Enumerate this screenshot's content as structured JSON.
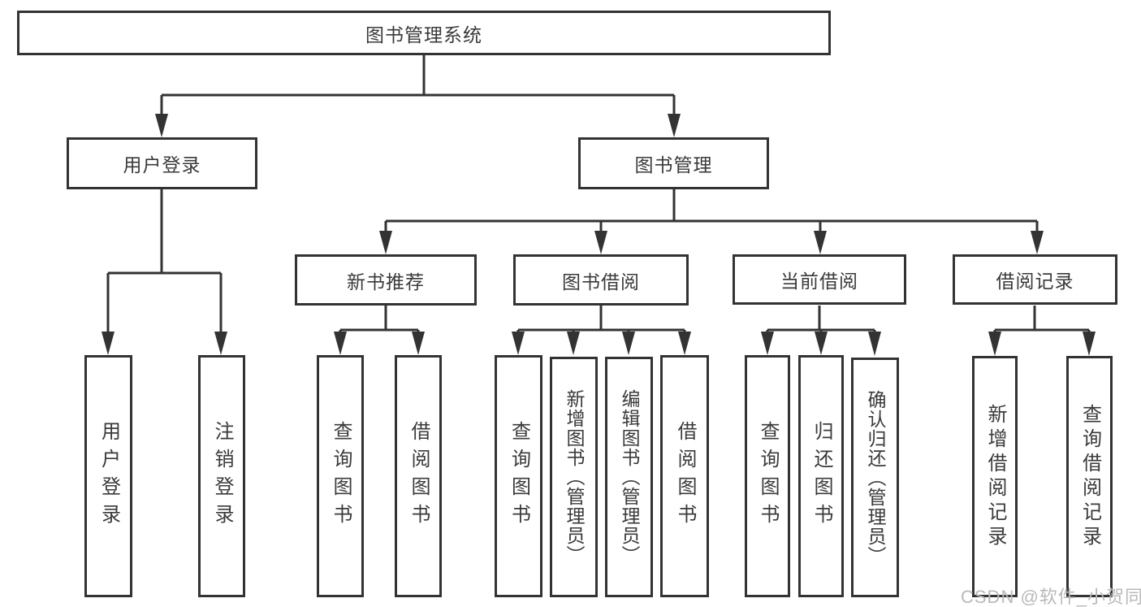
{
  "diagram": {
    "title": "图书管理系统",
    "level2": {
      "user_login": "用户登录",
      "book_mgmt": "图书管理"
    },
    "level3": {
      "new_books": "新书推荐",
      "borrow": "图书借阅",
      "current": "当前借阅",
      "records": "借阅记录"
    },
    "leaves": {
      "user_login_1": "用户登录",
      "user_login_2": "注销登录",
      "new_books_1": "查询图书",
      "new_books_2": "借阅图书",
      "borrow_1": "查询图书",
      "borrow_2": "新增图书（管理员）",
      "borrow_3": "编辑图书（管理员）",
      "borrow_4": "借阅图书",
      "current_1": "查询图书",
      "current_2": "归还图书",
      "current_3": "确认归还（管理员）",
      "records_1": "新增借阅记录",
      "records_2": "查询借阅记录"
    }
  },
  "watermark": "CSDN @软件_小贺同学",
  "colors": {
    "line": "#333333",
    "text": "#3a3a3a",
    "box_fill": "#ffffff",
    "watermark": "#b9b9b9",
    "background": "#ffffff"
  }
}
